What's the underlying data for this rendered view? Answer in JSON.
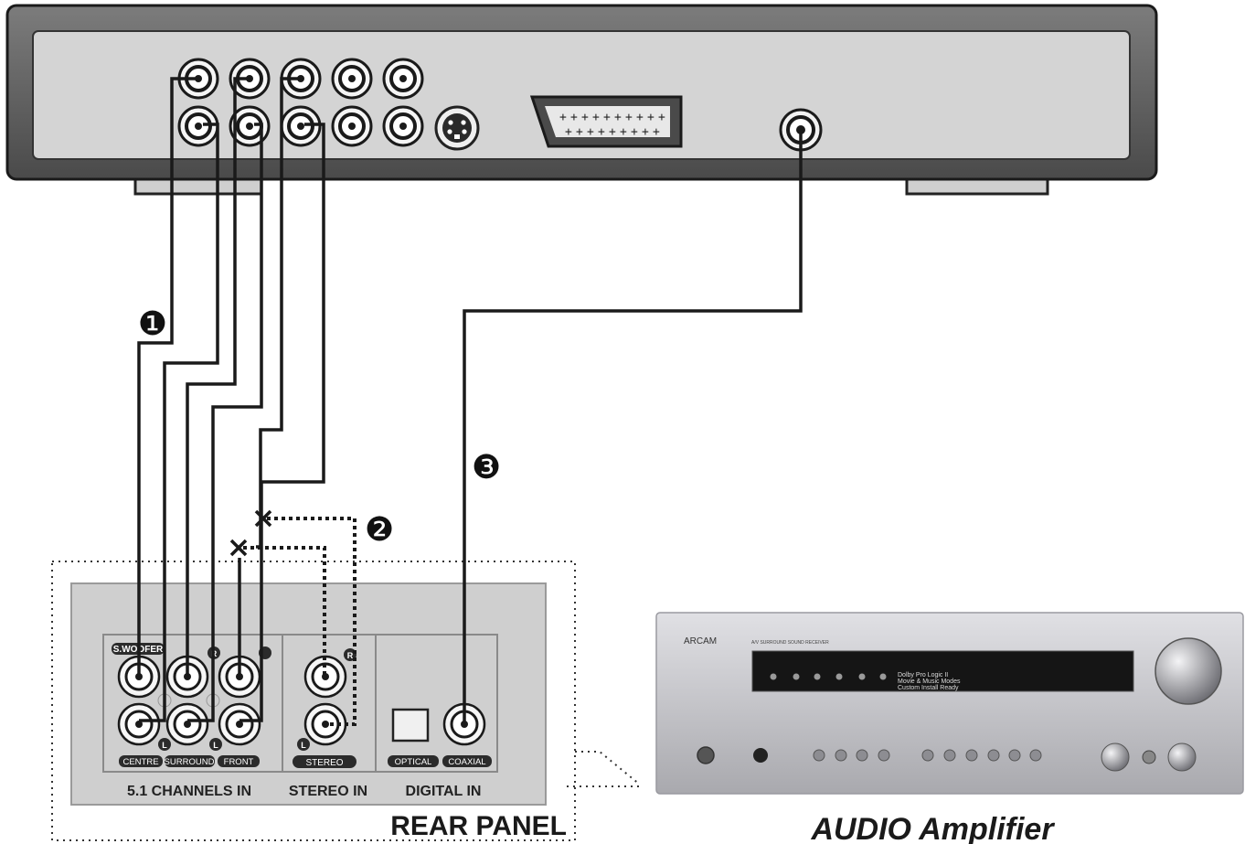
{
  "player": {
    "audio_jacks": [
      "jack",
      "jack",
      "jack",
      "jack",
      "jack",
      "jack",
      "jack",
      "jack",
      "jack",
      "jack"
    ],
    "svideo_icon": "svideo-connector-icon",
    "scart_icon": "scart-connector-icon",
    "coaxial_icon": "coaxial-out-jack-icon"
  },
  "steps": {
    "step1": "❶",
    "step2": "❷",
    "step3": "❸"
  },
  "rear_panel": {
    "title": "REAR PANEL",
    "sections": {
      "channels_51": "5.1 CHANNELS IN",
      "stereo": "STEREO IN",
      "digital": "DIGITAL IN"
    },
    "jack_labels": {
      "swoofer": "S.WOOFER",
      "centre": "CENTRE",
      "surround": "SURROUND",
      "front": "FRONT",
      "stereo": "STEREO",
      "optical": "OPTICAL",
      "coaxial": "COAXIAL",
      "r": "R",
      "l": "L"
    }
  },
  "amplifier": {
    "brand": "ARCAM",
    "model_line": "A/V SURROUND SOUND RECEIVER",
    "display_lines": [
      "Dolby Pro Logic II",
      "Movie & Music Modes",
      "Custom Install Ready"
    ],
    "caption": "AUDIO Amplifier"
  },
  "colors": {
    "panel": "#cfcfcf",
    "panel_border": "#8a8a8a",
    "cable": "#1a1a1a",
    "amp_body": "#c9c9cd",
    "amp_display": "#151515"
  }
}
